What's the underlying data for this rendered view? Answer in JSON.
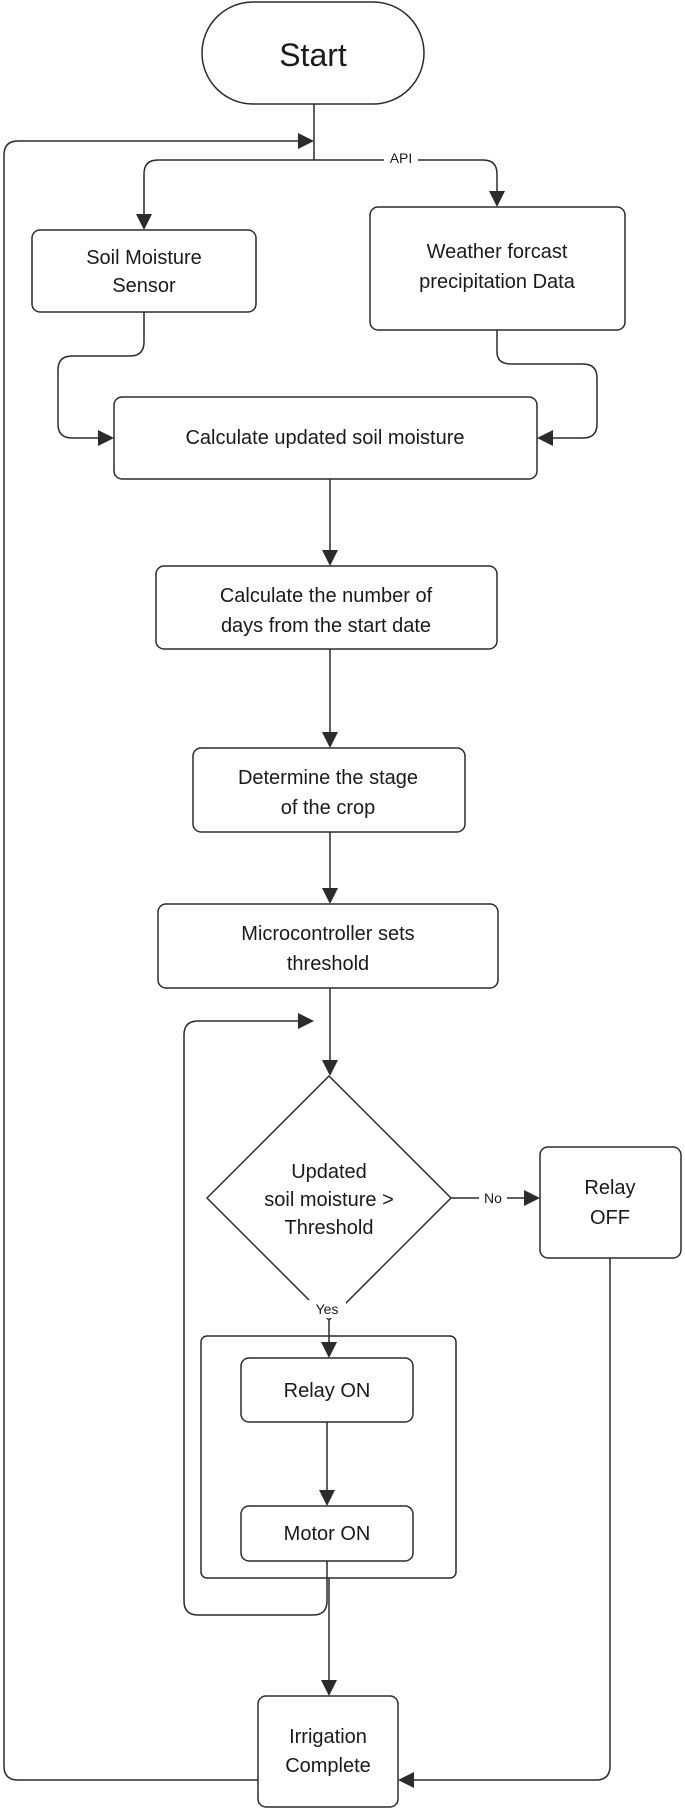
{
  "nodes": {
    "start": "Start",
    "soil_sensor": [
      "Soil Moisture",
      "Sensor"
    ],
    "weather": [
      "Weather forcast",
      "precipitation Data"
    ],
    "calc_soil": "Calculate updated soil moisture",
    "calc_days": [
      "Calculate the number of",
      "days from the start date"
    ],
    "determine_stage": [
      "Determine the stage",
      "of the crop"
    ],
    "threshold": [
      "Microcontroller sets",
      "threshold"
    ],
    "decision": [
      "Updated",
      "soil moisture >",
      "Threshold"
    ],
    "relay_off": [
      "Relay",
      "OFF"
    ],
    "relay_on": "Relay ON",
    "motor_on": "Motor ON",
    "irrigation_complete": [
      "Irrigation",
      "Complete"
    ]
  },
  "edge_labels": {
    "api": "API",
    "no": "No",
    "yes": "Yes"
  }
}
